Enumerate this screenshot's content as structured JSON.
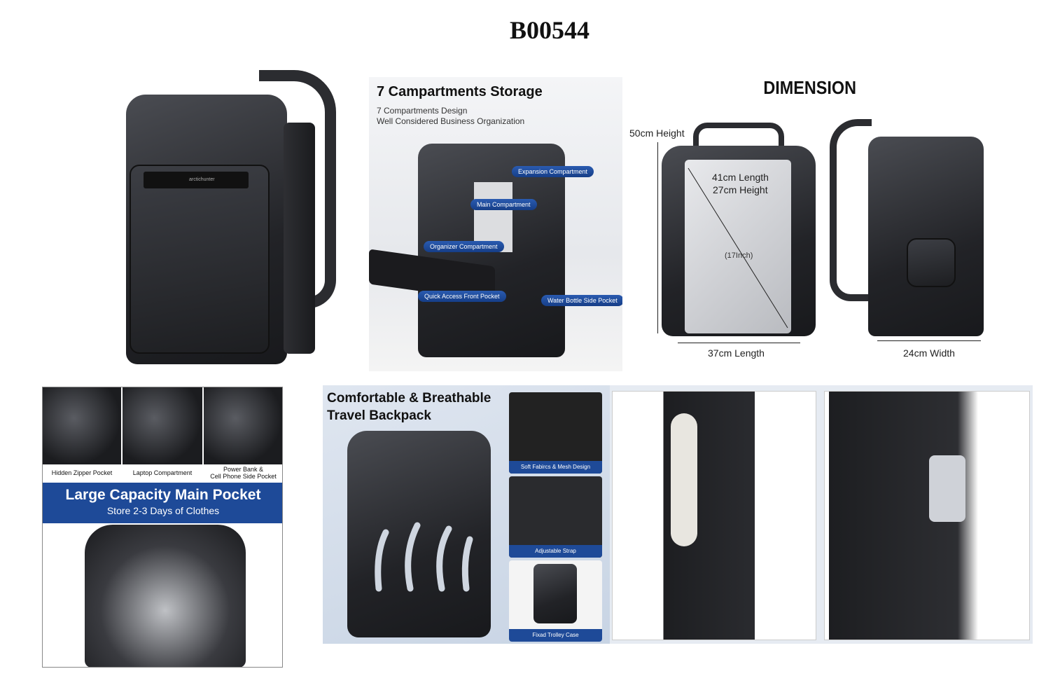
{
  "title": "B00544",
  "storage_panel": {
    "heading": "7 Campartments Storage",
    "line1": "7 Compartments Design",
    "line2": "Well Considered Business Organization",
    "labels": [
      "Expansion Compartment",
      "Main Compartment",
      "Organizer Compartment",
      "Quick Access Front Pocket",
      "Water Bottle Side Pocket"
    ]
  },
  "main_product": {
    "brand_logo": "arctichunter"
  },
  "dimension": {
    "heading": "DIMENSION",
    "height": "50cm Height",
    "laptop_length": "41cm Length",
    "laptop_height": "27cm Height",
    "laptop_size": "(17Inch)",
    "length": "37cm Length",
    "width": "24cm Width"
  },
  "features_left": {
    "thumbs": [
      "Hidden Zipper Pocket",
      "Laptop Compartment",
      "Power Bank &\nCell Phone Side Pocket"
    ],
    "banner_title": "Large Capacity Main Pocket",
    "banner_sub": "Store 2-3 Days of Clothes"
  },
  "features_right": {
    "heading_line1": "Comfortable & Breathable",
    "heading_line2": "Travel Backpack",
    "tiles": [
      "Soft Fabircs & Mesh Design",
      "Adjustable Strap",
      "Fixad Trolley Case"
    ]
  },
  "colors": {
    "banner_blue": "#1e4a98",
    "bag": "#222327"
  }
}
